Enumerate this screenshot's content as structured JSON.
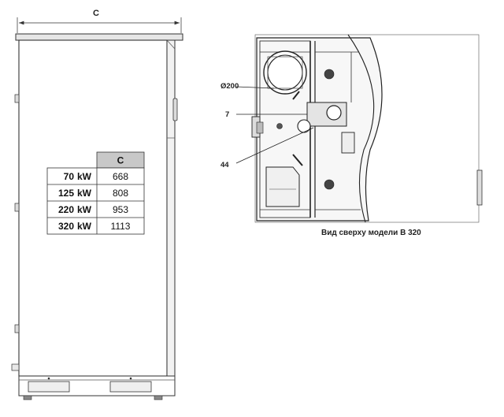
{
  "dimension_label": "C",
  "table": {
    "header": "C",
    "rows": [
      {
        "power": "70",
        "unit": "kW",
        "value": "668"
      },
      {
        "power": "125",
        "unit": "kW",
        "value": "808"
      },
      {
        "power": "220",
        "unit": "kW",
        "value": "953"
      },
      {
        "power": "320",
        "unit": "kW",
        "value": "1113"
      }
    ]
  },
  "top_view": {
    "callouts": {
      "diameter": "Ø200",
      "item_7": "7",
      "item_44": "44"
    },
    "caption": "Вид сверху модели B 320"
  }
}
